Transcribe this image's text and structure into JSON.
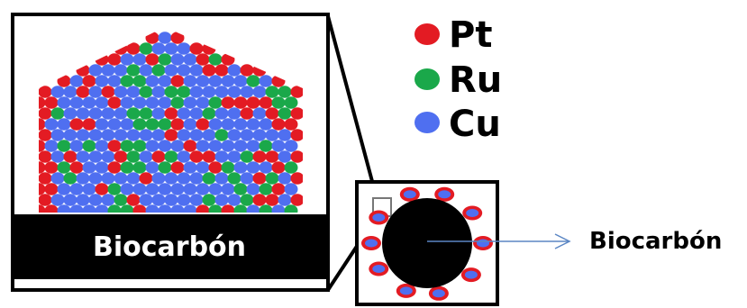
{
  "legend": [
    {
      "label": "Pt",
      "color": "#e31b23"
    },
    {
      "label": "Ru",
      "color": "#1aa84a"
    },
    {
      "label": "Cu",
      "color": "#4f6ff0"
    }
  ],
  "zoom_banner_label": "Biocarbón",
  "pointer_label": "Biocarbón",
  "colors": {
    "pt": "#e31b23",
    "ru": "#1aa84a",
    "cu": "#4f6ff0",
    "support": "#000000",
    "pointer_arrow": "#5b86c4"
  }
}
